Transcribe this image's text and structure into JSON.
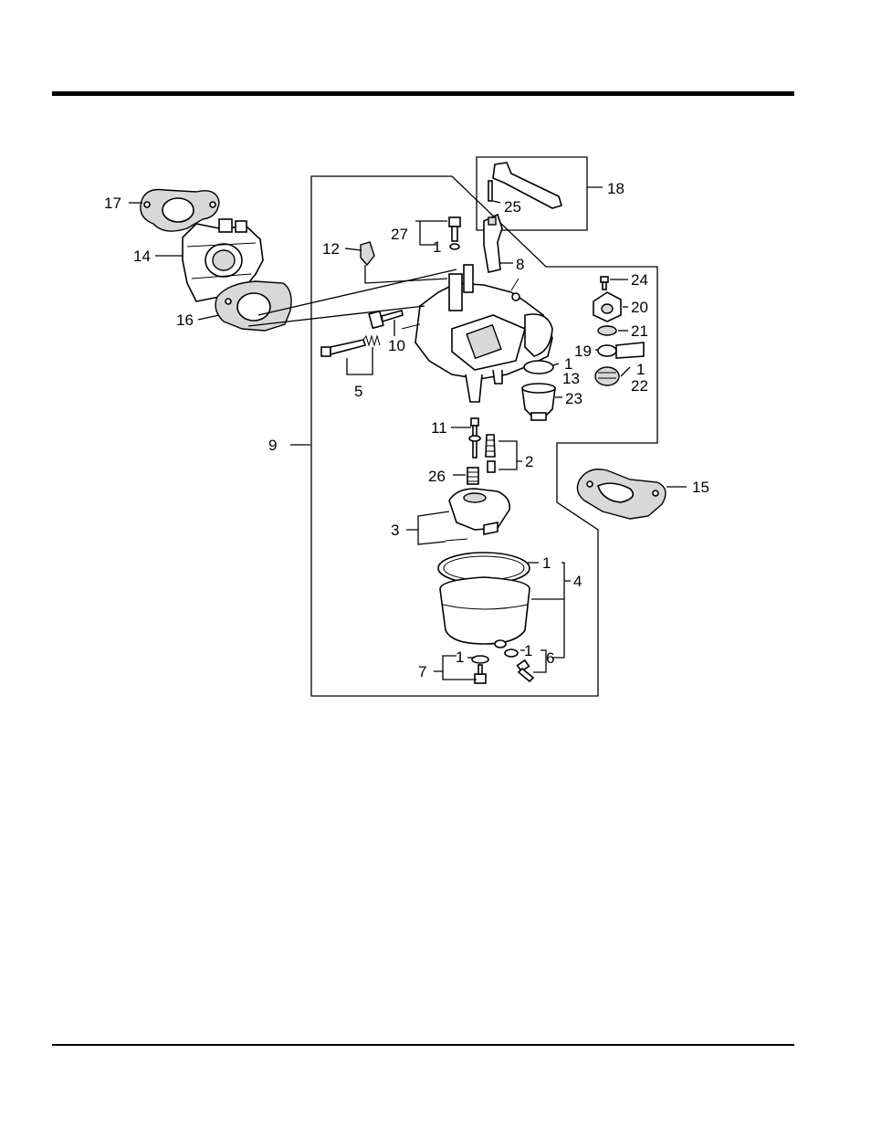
{
  "diagram": {
    "callouts": [
      {
        "id": "c17",
        "text": "17"
      },
      {
        "id": "c14",
        "text": "14"
      },
      {
        "id": "c16",
        "text": "16"
      },
      {
        "id": "c27",
        "text": "27"
      },
      {
        "id": "c1a",
        "text": "1"
      },
      {
        "id": "c12",
        "text": "12"
      },
      {
        "id": "c8",
        "text": "8"
      },
      {
        "id": "c18",
        "text": "18"
      },
      {
        "id": "c25",
        "text": "25"
      },
      {
        "id": "c24",
        "text": "24"
      },
      {
        "id": "c20",
        "text": "20"
      },
      {
        "id": "c21",
        "text": "21"
      },
      {
        "id": "c19",
        "text": "19"
      },
      {
        "id": "c1b",
        "text": "1"
      },
      {
        "id": "c22",
        "text": "22"
      },
      {
        "id": "c1c",
        "text": "1"
      },
      {
        "id": "c13",
        "text": "13"
      },
      {
        "id": "c23",
        "text": "23"
      },
      {
        "id": "c10",
        "text": "10"
      },
      {
        "id": "c5",
        "text": "5"
      },
      {
        "id": "c9",
        "text": "9"
      },
      {
        "id": "c11",
        "text": "11"
      },
      {
        "id": "c2",
        "text": "2"
      },
      {
        "id": "c26",
        "text": "26"
      },
      {
        "id": "c15",
        "text": "15"
      },
      {
        "id": "c3",
        "text": "3"
      },
      {
        "id": "c1d",
        "text": "1"
      },
      {
        "id": "c4",
        "text": "4"
      },
      {
        "id": "c1e",
        "text": "1"
      },
      {
        "id": "c7",
        "text": "7"
      },
      {
        "id": "c1f",
        "text": "1"
      },
      {
        "id": "c6",
        "text": "6"
      }
    ]
  }
}
